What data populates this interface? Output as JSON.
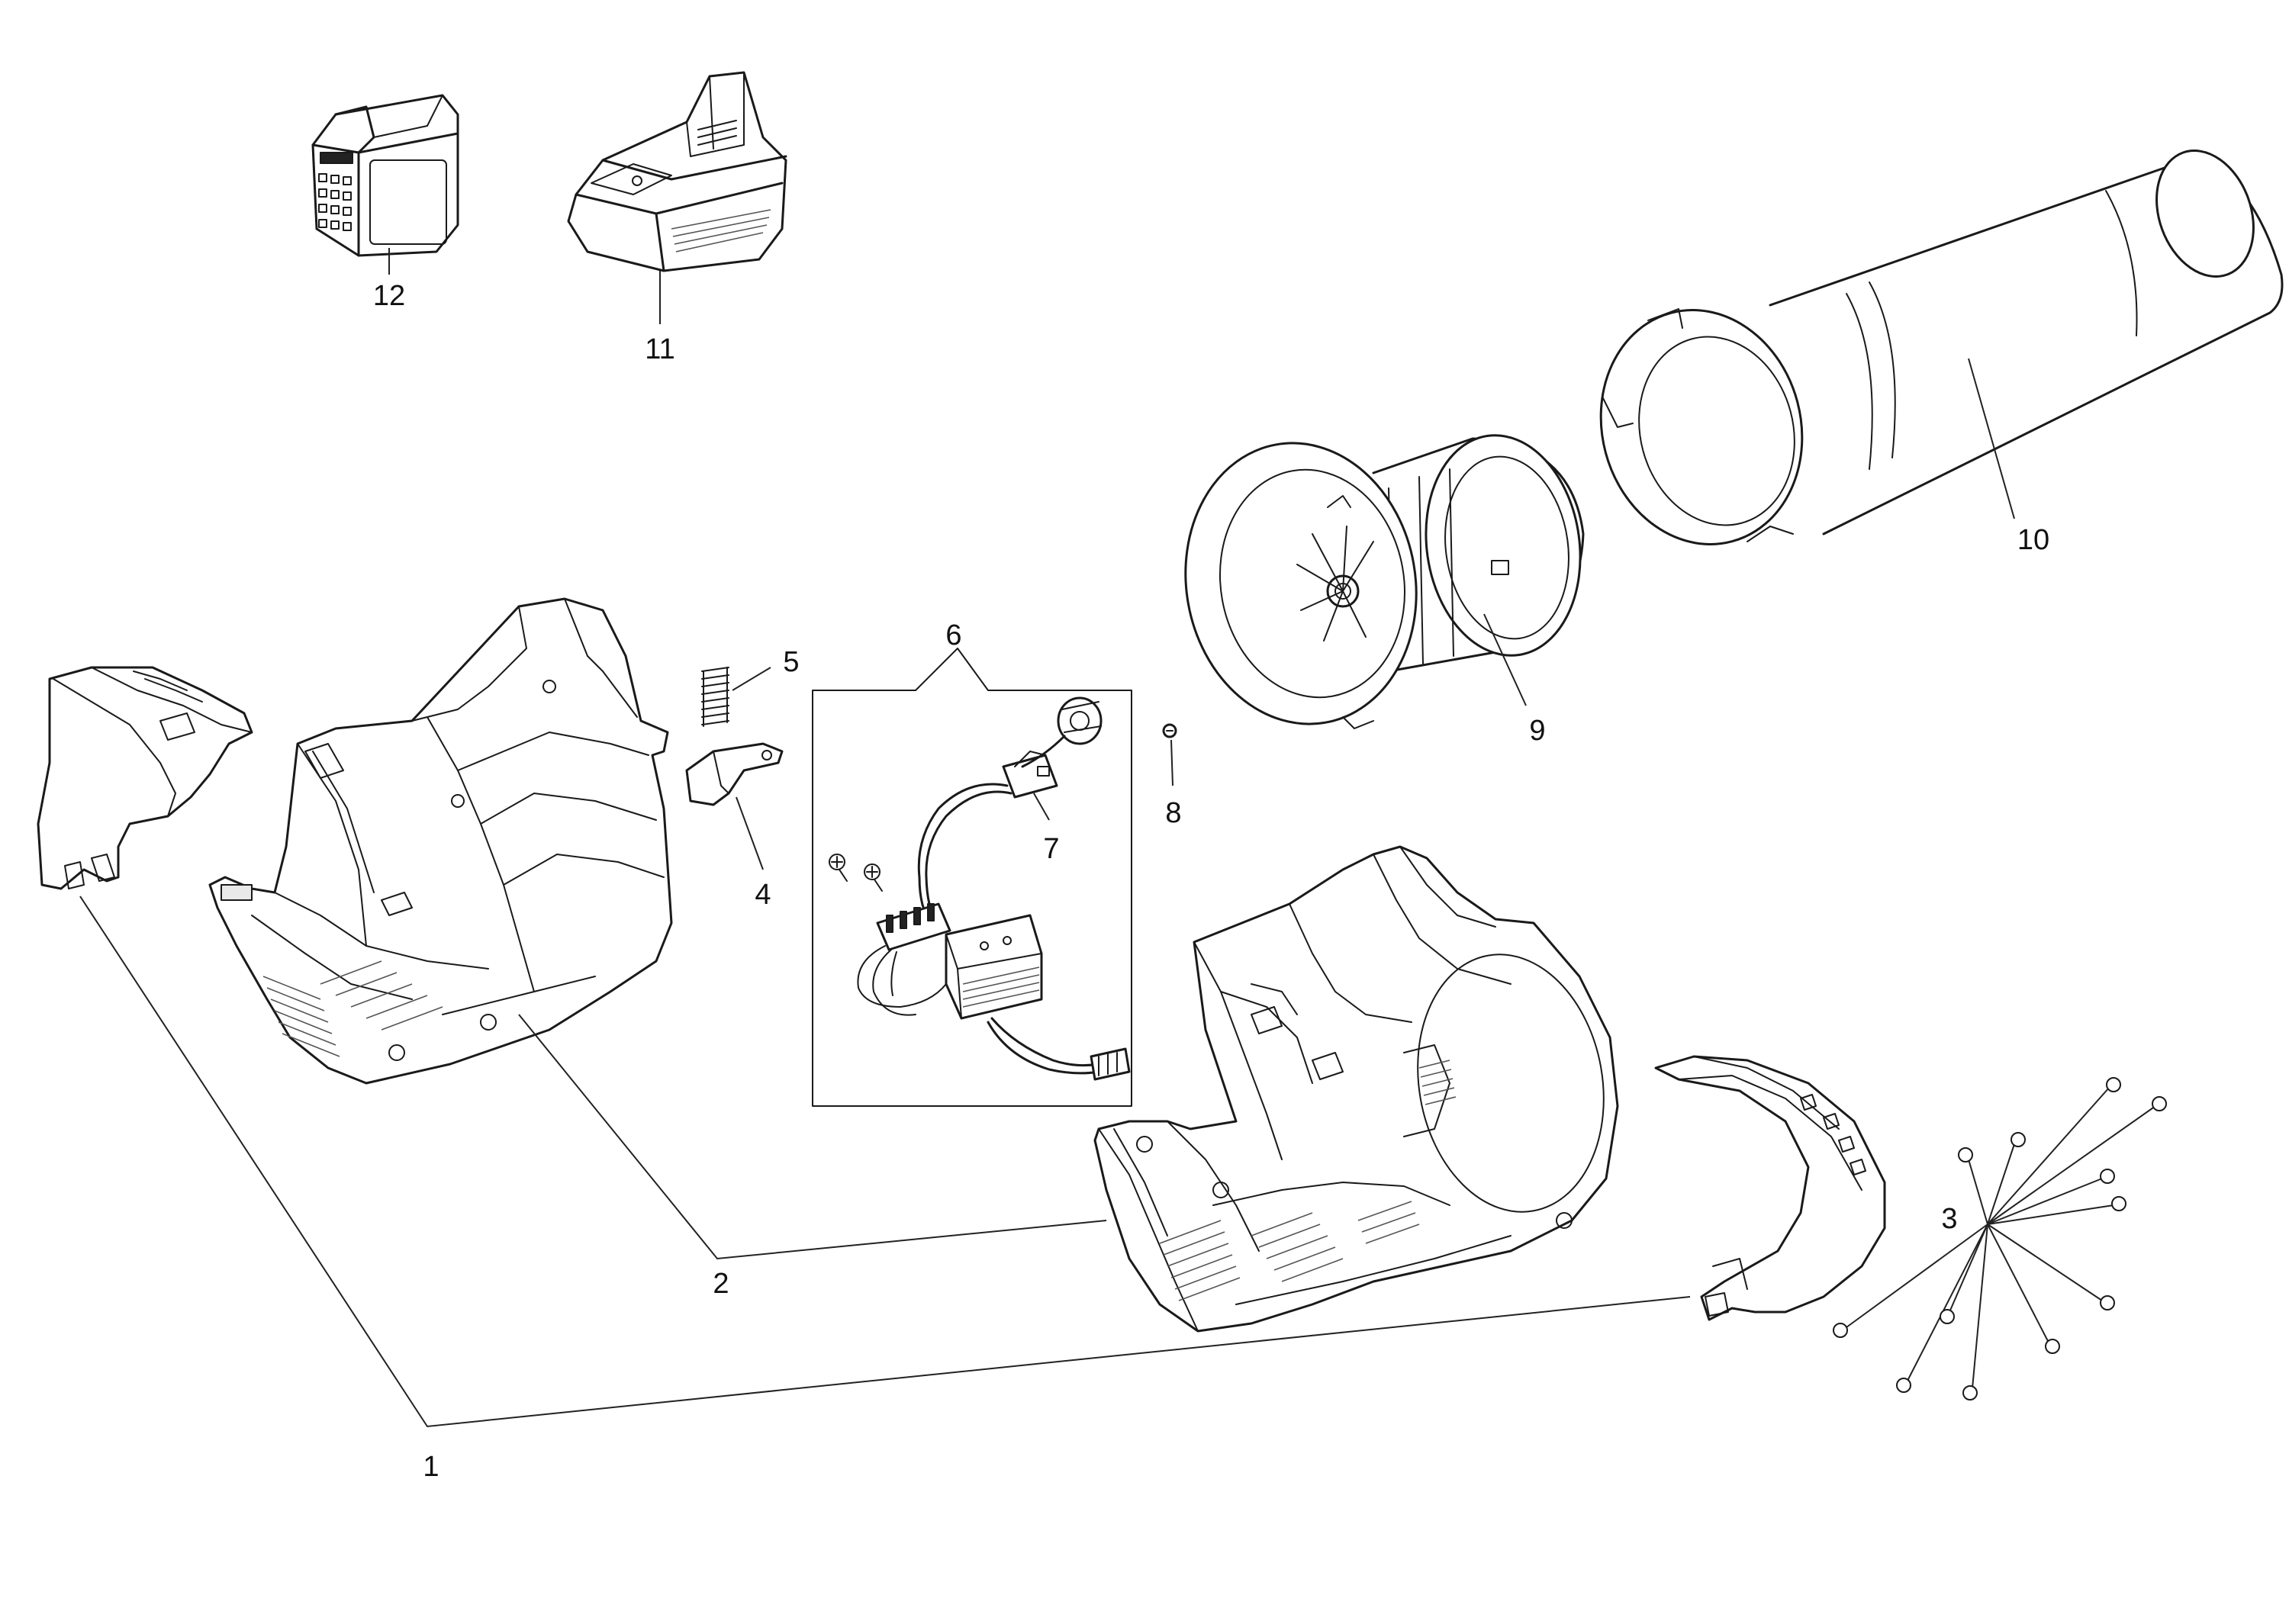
{
  "parts": [
    {
      "id": "part-1",
      "label": "1"
    },
    {
      "id": "part-2",
      "label": "2"
    },
    {
      "id": "part-3",
      "label": "3"
    },
    {
      "id": "part-4",
      "label": "4"
    },
    {
      "id": "part-5",
      "label": "5"
    },
    {
      "id": "part-6",
      "label": "6"
    },
    {
      "id": "part-7",
      "label": "7"
    },
    {
      "id": "part-8",
      "label": "8"
    },
    {
      "id": "part-9",
      "label": "9"
    },
    {
      "id": "part-10",
      "label": "10"
    },
    {
      "id": "part-11",
      "label": "11"
    },
    {
      "id": "part-12",
      "label": "12"
    }
  ],
  "colors": {
    "line": "#1a1a1a",
    "background": "#ffffff"
  }
}
